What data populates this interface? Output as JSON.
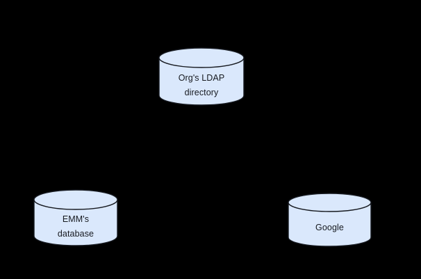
{
  "diagram": {
    "type": "entity-diagram",
    "background_color": "#000000",
    "node_fill_color": "#dae8fc",
    "node_stroke_color": "#16191f",
    "node_text_color": "#16191f",
    "nodes": [
      {
        "id": "ldap",
        "shape": "cylinder",
        "label": "Org's LDAP\ndirectory",
        "line1": "Org's LDAP",
        "line2": "directory"
      },
      {
        "id": "emm",
        "shape": "cylinder",
        "label": "EMM's\ndatabase",
        "line1": "EMM's",
        "line2": "database"
      },
      {
        "id": "google",
        "shape": "cylinder",
        "label": "Google",
        "line1": "Google",
        "line2": ""
      }
    ],
    "connectors": []
  }
}
